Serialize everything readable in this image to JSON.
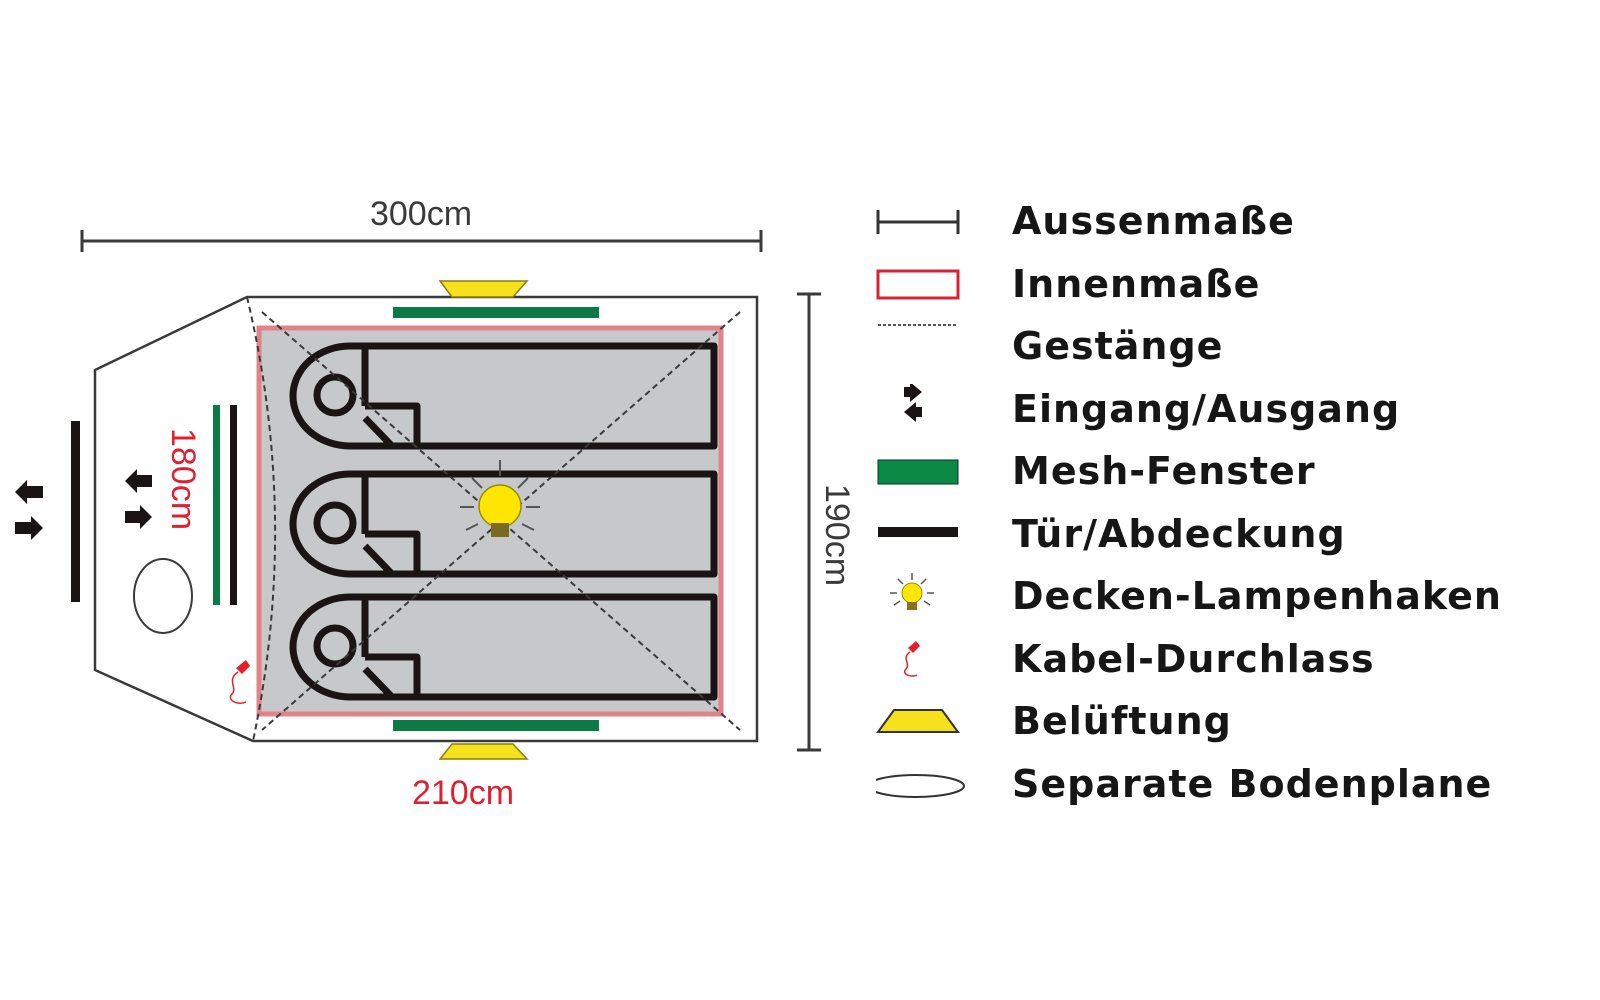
{
  "diagram": {
    "title": "Tent floor plan",
    "dimensions": {
      "outer_length": "300cm",
      "outer_width": "190cm",
      "inner_length": "210cm",
      "inner_width": "180cm"
    },
    "sleeping_places": 3,
    "colors": {
      "outline": "#3a3a3a",
      "inner_border": "#e0848a",
      "inner_fill": "#c7c8ca",
      "mesh": "#0c7a45",
      "door": "#1a1414",
      "vent": "#f5e21c",
      "lamp": "#ffe600",
      "cable": "#e5202a",
      "inner_text": "#e0202e"
    }
  },
  "legend": {
    "items": [
      {
        "id": "outer",
        "label": "Aussenmaße",
        "icon": "dimension-line-icon"
      },
      {
        "id": "inner",
        "label": "Innenmaße",
        "icon": "red-rectangle-icon"
      },
      {
        "id": "poles",
        "label": "Gestänge",
        "icon": "dashed-line-icon"
      },
      {
        "id": "entry",
        "label": "Eingang/Ausgang",
        "icon": "entry-exit-arrows-icon"
      },
      {
        "id": "mesh",
        "label": "Mesh-Fenster",
        "icon": "green-bar-icon"
      },
      {
        "id": "door",
        "label": "Tür/Abdeckung",
        "icon": "black-bar-icon"
      },
      {
        "id": "lamp",
        "label": "Decken-Lampenhaken",
        "icon": "light-bulb-icon"
      },
      {
        "id": "cable",
        "label": "Kabel-Durchlass",
        "icon": "plug-cable-icon"
      },
      {
        "id": "vent",
        "label": "Belüftung",
        "icon": "yellow-trapezoid-icon"
      },
      {
        "id": "ground",
        "label": "Separate Bodenplane",
        "icon": "ellipse-icon"
      }
    ]
  }
}
